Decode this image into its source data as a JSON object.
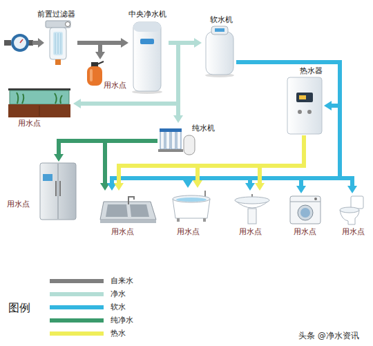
{
  "diagram": {
    "nodes": [
      {
        "text": [
          "前置过滤器"
        ]
      },
      {
        "text": [
          "中央净水机"
        ]
      },
      {
        "text": [
          "软水机"
        ]
      },
      {
        "text": [
          "热水器"
        ]
      },
      {
        "text": [
          "纯水机"
        ]
      },
      {
        "text": [
          "用水点"
        ]
      },
      {
        "text": [
          "用水点"
        ]
      },
      {
        "text": [
          "用水点"
        ]
      },
      {
        "text": [
          "用水点"
        ]
      },
      {
        "text": [
          "用水点"
        ]
      },
      {
        "text": [
          "用水点"
        ]
      },
      {
        "text": [
          "用水点"
        ]
      },
      {
        "text": [
          "用水点"
        ]
      }
    ],
    "edges": [
      {
        "from": 0,
        "to": 1,
        "arrow": "to"
      },
      {
        "from": 0,
        "to": 5,
        "arrow": "to"
      },
      {
        "from": 1,
        "to": 2,
        "arrow": "to"
      },
      {
        "from": 1,
        "to": 4,
        "arrow": "to"
      },
      {
        "from": 1,
        "to": 6,
        "arrow": "to"
      },
      {
        "from": 4,
        "to": 7,
        "arrow": "to"
      },
      {
        "from": 4,
        "to": 8,
        "arrow": "to"
      },
      {
        "from": 2,
        "to": 3,
        "arrow": "to"
      },
      {
        "from": 2,
        "to": 8,
        "arrow": "to"
      },
      {
        "from": 2,
        "to": 9,
        "arrow": "to"
      },
      {
        "from": 2,
        "to": 10,
        "arrow": "to"
      },
      {
        "from": 2,
        "to": 11,
        "arrow": "to"
      },
      {
        "from": 2,
        "to": 12,
        "arrow": "to"
      },
      {
        "from": 3,
        "to": 8,
        "arrow": "to"
      },
      {
        "from": 3,
        "to": 9,
        "arrow": "to"
      },
      {
        "from": 3,
        "to": 10,
        "arrow": "to"
      }
    ],
    "labels": [
      "图例",
      "头条 @净水资讯"
    ],
    "legend": [
      {
        "text": "自来水",
        "color": "#7f7f7f"
      },
      {
        "text": "净水",
        "color": "#b3ddd5"
      },
      {
        "text": "软水",
        "color": "#33b6e0"
      },
      {
        "text": "纯净水",
        "color": "#3a9a6c"
      },
      {
        "text": "热水",
        "color": "#f0ee5a"
      }
    ]
  }
}
